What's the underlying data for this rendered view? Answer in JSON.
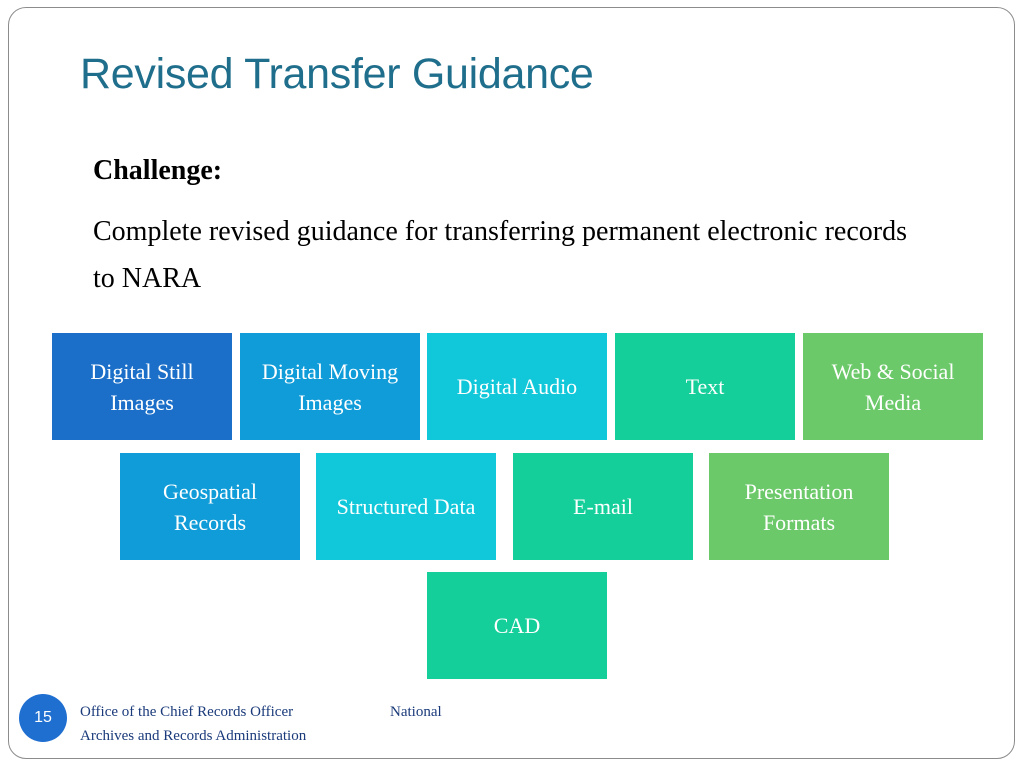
{
  "slide": {
    "title": "Revised Transfer Guidance",
    "challenge_label": "Challenge:",
    "challenge_text": "Complete revised guidance for transferring permanent electronic records to NARA"
  },
  "categories": [
    {
      "label": "Digital Still Images",
      "color": "#1b6fc8"
    },
    {
      "label": "Digital Moving Images",
      "color": "#109cd8"
    },
    {
      "label": "Digital Audio",
      "color": "#10c8da"
    },
    {
      "label": "Text",
      "color": "#14cf9a"
    },
    {
      "label": "Web & Social Media",
      "color": "#6cc96a"
    },
    {
      "label": "Geospatial Records",
      "color": "#109cd8"
    },
    {
      "label": "Structured Data",
      "color": "#10c8da"
    },
    {
      "label": "E-mail",
      "color": "#14cf9a"
    },
    {
      "label": "Presentation Formats",
      "color": "#6cc96a"
    },
    {
      "label": "CAD",
      "color": "#14cf9a"
    }
  ],
  "footer": {
    "slide_number": "15",
    "office": "Office of the Chief Records Officer",
    "national": "National",
    "archives": "Archives and Records Administration"
  },
  "colors": {
    "title": "#1f6e8c",
    "slide_number_bg": "#1f6fd1",
    "footer_text": "#1a3a7a"
  }
}
